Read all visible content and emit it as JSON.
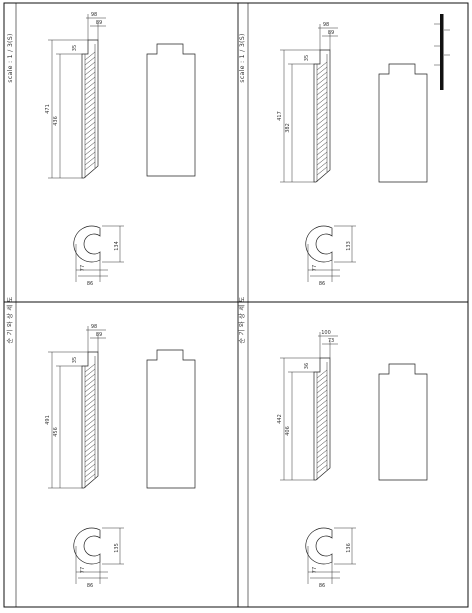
{
  "sheet": {
    "scale_note": "scale : 1 / 3(S)",
    "drawing_title": "순 기 와 상 세 도"
  },
  "panels": [
    {
      "id": "top-left",
      "show_scale": true,
      "dims": {
        "top_outer": "98",
        "top_inner": "89",
        "shoulder": "35",
        "total_height": "471",
        "body_height": "436",
        "ring_height": "134",
        "ring_width": "86",
        "ring_thick": "77"
      }
    },
    {
      "id": "top-right",
      "show_scale": true,
      "dims": {
        "top_outer": "98",
        "top_inner": "89",
        "shoulder": "35",
        "total_height": "417",
        "body_height": "382",
        "ring_height": "133",
        "ring_width": "86",
        "ring_thick": "77"
      }
    },
    {
      "id": "bottom-left",
      "show_scale": false,
      "dims": {
        "top_outer": "98",
        "top_inner": "89",
        "shoulder": "35",
        "total_height": "491",
        "body_height": "456",
        "ring_height": "135",
        "ring_width": "86",
        "ring_thick": "77"
      }
    },
    {
      "id": "bottom-right",
      "show_scale": false,
      "dims": {
        "top_outer": "100",
        "top_inner": "73",
        "shoulder": "36",
        "total_height": "442",
        "body_height": "406",
        "ring_height": "136",
        "ring_width": "86",
        "ring_thick": "77"
      }
    }
  ]
}
